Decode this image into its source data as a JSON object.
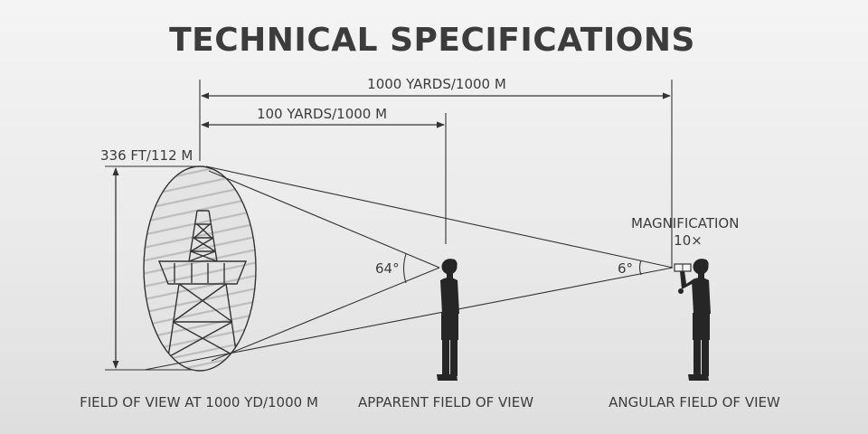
{
  "title": "TECHNICAL SPECIFICATIONS",
  "dimensions": {
    "long_distance": "1000 YARDS/1000 M",
    "short_distance": "100 YARDS/1000 M",
    "height": "336 FT/112 M"
  },
  "angles": {
    "apparent": "64°",
    "angular": "6°"
  },
  "magnification": {
    "label": "MAGNIFICATION",
    "value": "10×"
  },
  "captions": {
    "field_of_view": "FIELD OF VIEW AT 1000 YD/1000 M",
    "apparent": "APPARENT FIELD OF VIEW",
    "angular": "ANGULAR FIELD OF VIEW"
  },
  "colors": {
    "ink": "#333333",
    "hatch": "#bdbdbd",
    "figure": "#262626"
  },
  "icons": [
    "tower-icon",
    "person-icon",
    "binoculars-icon",
    "arrowhead-icon"
  ]
}
